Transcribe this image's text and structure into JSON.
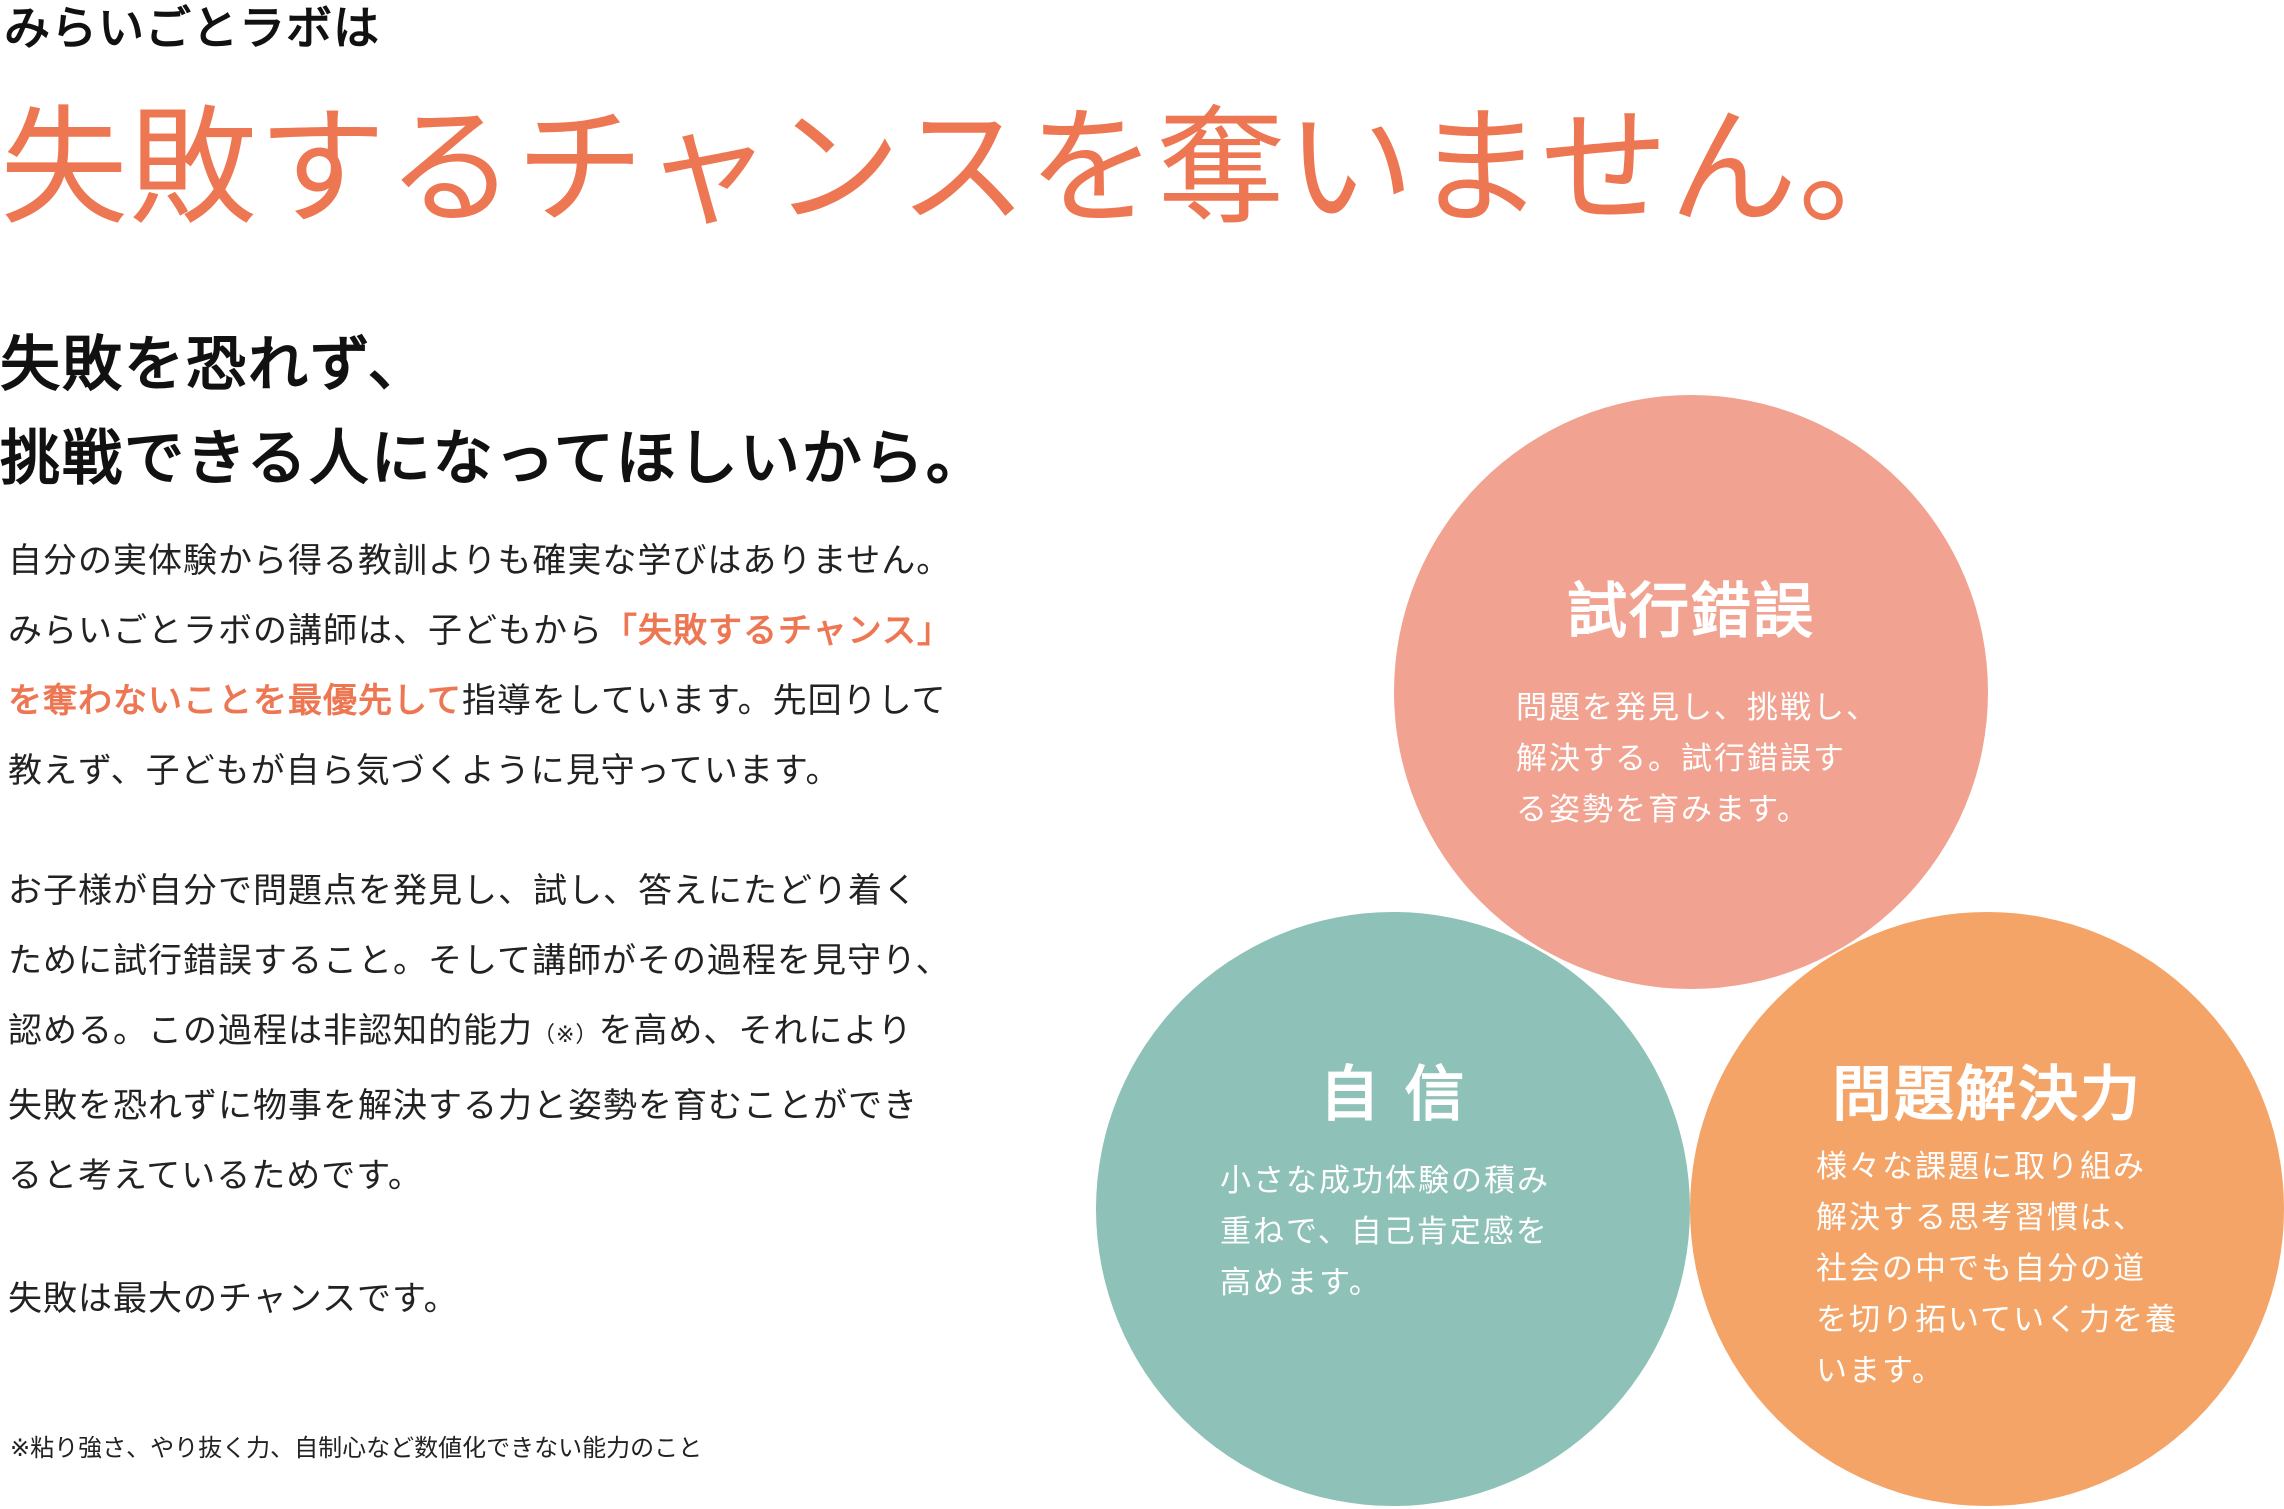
{
  "lead": "みらいごとラボは",
  "headline": "失敗するチャンスを奪いません。",
  "subhead": {
    "line1": "失敗を恐れず、",
    "line2": "挑戦できる人になってほしいから。"
  },
  "paragraph1": {
    "line1": "自分の実体験から得る教訓よりも確実な学びはありません。",
    "line2_pre": "みらいごとラボの講師は、子どもから",
    "line2_hl": "「失敗するチャンス」",
    "line3_hl": "を奪わないことを最優先して",
    "line3_post": "指導をしています。先回りして",
    "line4": "教えず、子どもが自ら気づくように見守っています。"
  },
  "paragraph2": {
    "line1": "お子様が自分で問題点を発見し、試し、答えにたどり着く",
    "line2": "ために試行錯誤すること。そして講師がその過程を見守り、",
    "line3_pre": "認める。この過程は非認知的能力",
    "line3_note": "（※）",
    "line3_post": "を高め、それにより",
    "line4": "失敗を恐れずに物事を解決する力と姿勢を育むことができ",
    "line5": "ると考えているためです。"
  },
  "paragraph3": "失敗は最大のチャンスです。",
  "footnote": "※粘り強さ、やり抜く力、自制心など数値化できない能力のこと",
  "circles": {
    "trial": {
      "title": "試行錯誤",
      "lines": [
        "問題を発見し、挑戦し、",
        "解決する。試行錯誤す",
        "る姿勢を育みます。"
      ],
      "color": "#f2a290"
    },
    "confidence": {
      "title": "自 信",
      "lines": [
        "小さな成功体験の積み",
        "重ねで、自己肯定感を",
        "高めます。"
      ],
      "color": "#8ec1b7"
    },
    "problem": {
      "title": "問題解決力",
      "lines": [
        "様々な課題に取り組み",
        "解決する思考習慣は、",
        "社会の中でも自分の道",
        "を切り拓いていく力を養",
        "います。"
      ],
      "color": "#f4a467"
    }
  },
  "colors": {
    "accent": "#ee7753",
    "text": "#111111"
  }
}
